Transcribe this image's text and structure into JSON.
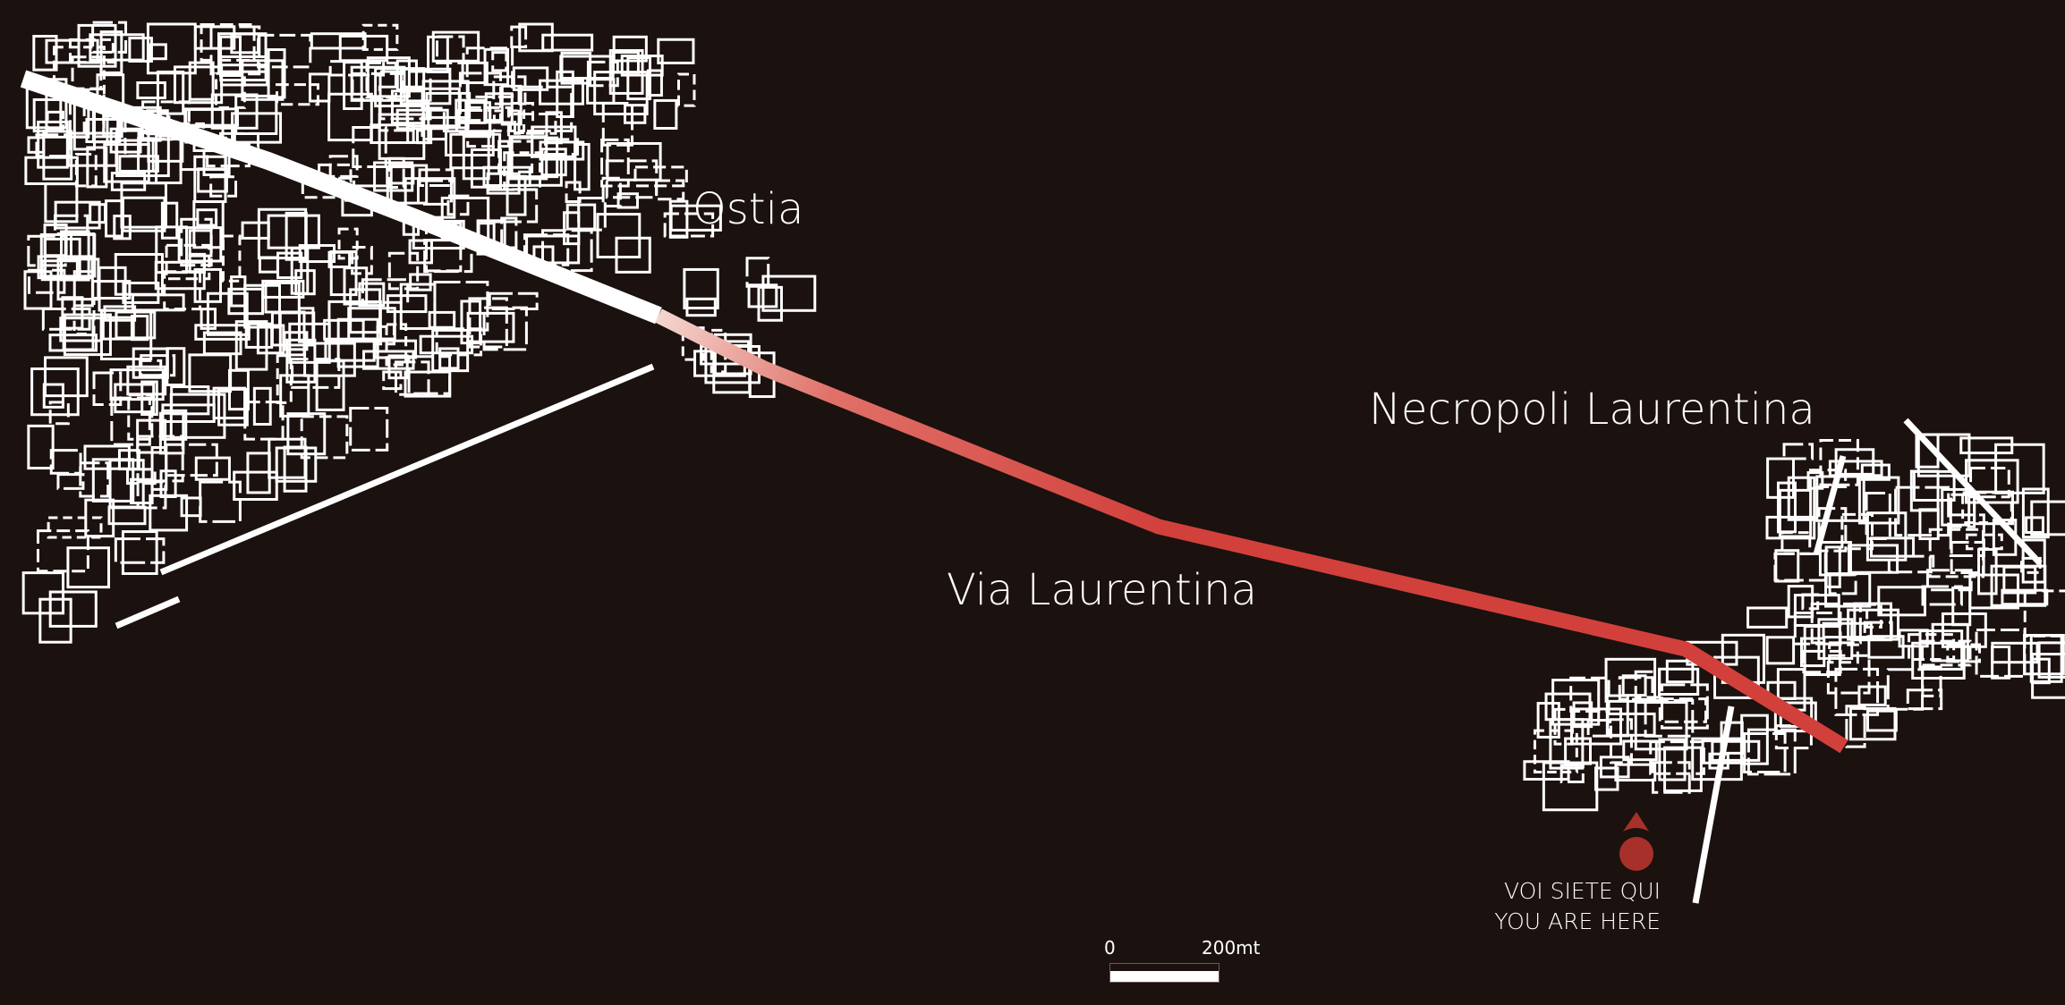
{
  "labels": {
    "ostia": "Ostia",
    "necropoli": "Necropoli Laurentina",
    "via": "Via Laurentina"
  },
  "marker": {
    "line1": "VOI SIETE QUI",
    "line2": "YOU ARE HERE",
    "color": "#a8302a"
  },
  "scale": {
    "start": "0",
    "end": "200mt"
  },
  "colors": {
    "background": "#1b110e",
    "route": "#d2403c",
    "route_start": "#f0c8c0",
    "plan": "#ffffff"
  }
}
